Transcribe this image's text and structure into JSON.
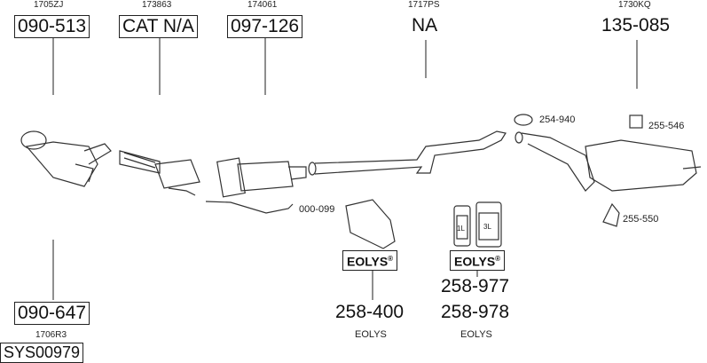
{
  "parts": [
    {
      "code": "1705ZJ",
      "number": "090-513"
    },
    {
      "code": "173863",
      "number": "CAT N/A"
    },
    {
      "code": "174061",
      "number": "097-126"
    },
    {
      "code": "1717PS",
      "number": "NA"
    },
    {
      "code": "1730KQ",
      "number": "135-085"
    },
    {
      "code": "1706R3",
      "number": "090-647"
    }
  ],
  "set_number": "SYS00979",
  "small_parts": [
    "254-940",
    "255-546",
    "255-550",
    "000-099"
  ],
  "eolys": {
    "logo": "EOLYS",
    "reg": "®",
    "tank_number": "258-400",
    "fluid_numbers": [
      "258-977",
      "258-978"
    ],
    "label": "EOLYS",
    "bottle_labels": [
      "1L",
      "3L"
    ]
  }
}
